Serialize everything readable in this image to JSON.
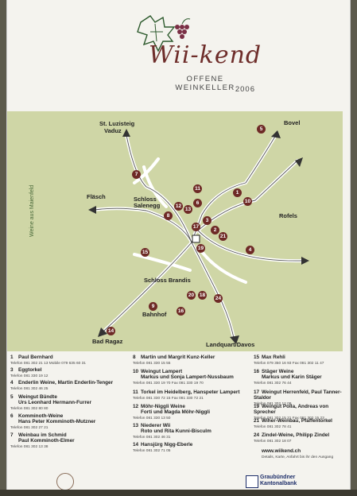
{
  "header": {
    "brand": "Wii-kend",
    "subtitle": "OFFENE WEINKELLER",
    "year": "2006"
  },
  "map": {
    "vertical_label": "Weine aus Maienfeld",
    "places": {
      "st_luzisteig": "St. Luzisteig",
      "vaduz": "Vaduz",
      "bovel": "Bovel",
      "flasch": "Fläsch",
      "schloss_salenegg_1": "Schloss",
      "schloss_salenegg_2": "Salenegg",
      "rofels": "Rofels",
      "schloss_brandis": "Schloss Brandis",
      "bahnhof": "Bahnhof",
      "bad_ragaz": "Bad Ragaz",
      "landquart_davos": "Landquart/Davos"
    },
    "markers": [
      "5",
      "7",
      "11",
      "6",
      "13",
      "12",
      "1",
      "10",
      "8",
      "3",
      "17",
      "19",
      "2",
      "21",
      "4",
      "15",
      "20",
      "9",
      "16",
      "18",
      "24",
      "14"
    ]
  },
  "legend": [
    {
      "no": "1",
      "name": "Paul Bernhard",
      "tel": "Telefon 081 302 21 13  Mobile 079 635 60 31"
    },
    {
      "no": "3",
      "name": "Eggtorkel",
      "tel": "Telefon 081 330 19 12"
    },
    {
      "no": "4",
      "name": "Enderlin Weine, Martin Enderlin-Tenger",
      "tel": "Telefon 081 302 46 25"
    },
    {
      "no": "5",
      "name": "Weingut Bündte",
      "name2": "Urs Leonhard Hermann-Furrer",
      "tel": "Telefon 081 302 80 80"
    },
    {
      "no": "6",
      "name": "Komminoth-Weine",
      "name2": "Hans Peter Komminoth-Mutzner",
      "tel": "Telefon 081 302 27 21"
    },
    {
      "no": "7",
      "name": "Weinbau im Schmid",
      "name2": "Paul Komminoth-Elmer",
      "tel": "Telefon 081 302 13 38"
    },
    {
      "no": "8",
      "name": "Martin und Margrit Kunz-Keller",
      "tel": "Telefon 081 330 15 55"
    },
    {
      "no": "10",
      "name": "Weingut Lampert",
      "name2": "Markus und Sonja Lampert-Nussbaum",
      "tel": "Telefon 081 330 19 70  Fax 081 330 19 70"
    },
    {
      "no": "11",
      "name": "Torkel im Heidelberg, Hanspeter Lampert",
      "tel": "Telefon 081 330 72 15  Fax 081 330 72 21"
    },
    {
      "no": "12",
      "name": "Möhr-Niggli Weine",
      "name2": "Forti und Magda Möhr-Niggli",
      "tel": "Telefon 081 330 13 50"
    },
    {
      "no": "13",
      "name": "Niederer Wii",
      "name2": "Roto und Rita Kunni-Bisculm",
      "tel": "Telefon 081 302 46 31"
    },
    {
      "no": "14",
      "name": "Hansjürg Nigg-Eberle",
      "tel": "Telefon 081 302 71 05"
    },
    {
      "no": "15",
      "name": "Max Rehli",
      "tel": "Telefon 079 350 16 93  Fax 081 302 11 47"
    },
    {
      "no": "16",
      "name": "Stäger Weine",
      "name2": "Markus und Karin Stäger",
      "tel": "Telefon 081 302 76 44"
    },
    {
      "no": "17",
      "name": "Weingut Herrenfeld, Paul Tanner-Staldor",
      "tel": "Telefon 081 302 12 08"
    },
    {
      "no": "19",
      "name": "Weingut Polla, Andreas von Sprecher",
      "tel": "Telefon 081 302 15 21  Fax 081 302 15 23"
    },
    {
      "no": "21",
      "name": "Wiher-Weinbau, Pfaffentorkel",
      "tel": "Telefon 081 302 78 41"
    },
    {
      "no": "24",
      "name": "Zindel-Weine, Philipp Zindel",
      "tel": "Telefon 081 302 18 07"
    }
  ],
  "footer": {
    "web": "www.wiikend.ch",
    "web_note": "Details, Karte, Anfahrt bis ihr den Ausgang",
    "bank_line1": "Graubündner",
    "bank_line2": "Kantonalbank"
  },
  "colors": {
    "map_bg": "#cfd6a6",
    "marker": "#6e2a26",
    "brand": "#6e2d2a",
    "bank": "#1e2f6a"
  }
}
